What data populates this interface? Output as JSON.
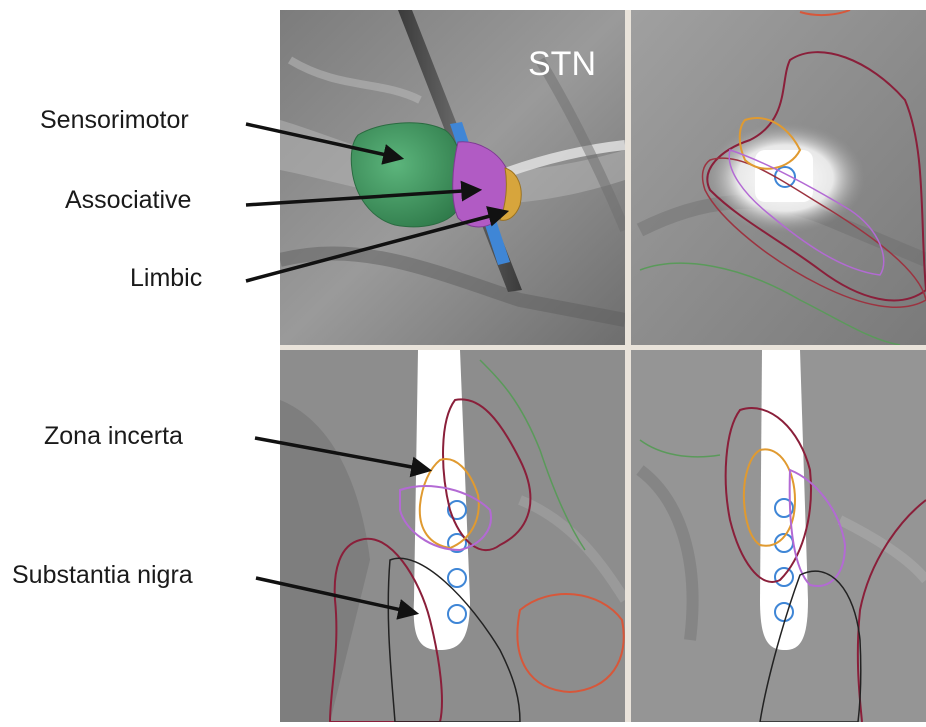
{
  "figure": {
    "title": "STN",
    "left_labels": {
      "sensorimotor": "Sensorimotor",
      "associative": "Associative",
      "limbic": "Limbic",
      "zona_incerta": "Zona incerta",
      "substantia_nigra": "Substantia nigra"
    },
    "colors": {
      "sensorimotor_region": "#3e9a63",
      "associative_region": "#b15bc4",
      "limbic_region": "#d7a53c",
      "electrode_contact": "#3f86d6",
      "electrode_shaft": "#555555",
      "contour_maroon": "#8a1f3a",
      "contour_orange": "#e09a30",
      "contour_purple": "#b36ad4",
      "contour_green": "#5a9a5a",
      "contour_red": "#d7573a",
      "background": "#8a8a8a"
    },
    "icons": [
      "arrow-icon"
    ]
  }
}
